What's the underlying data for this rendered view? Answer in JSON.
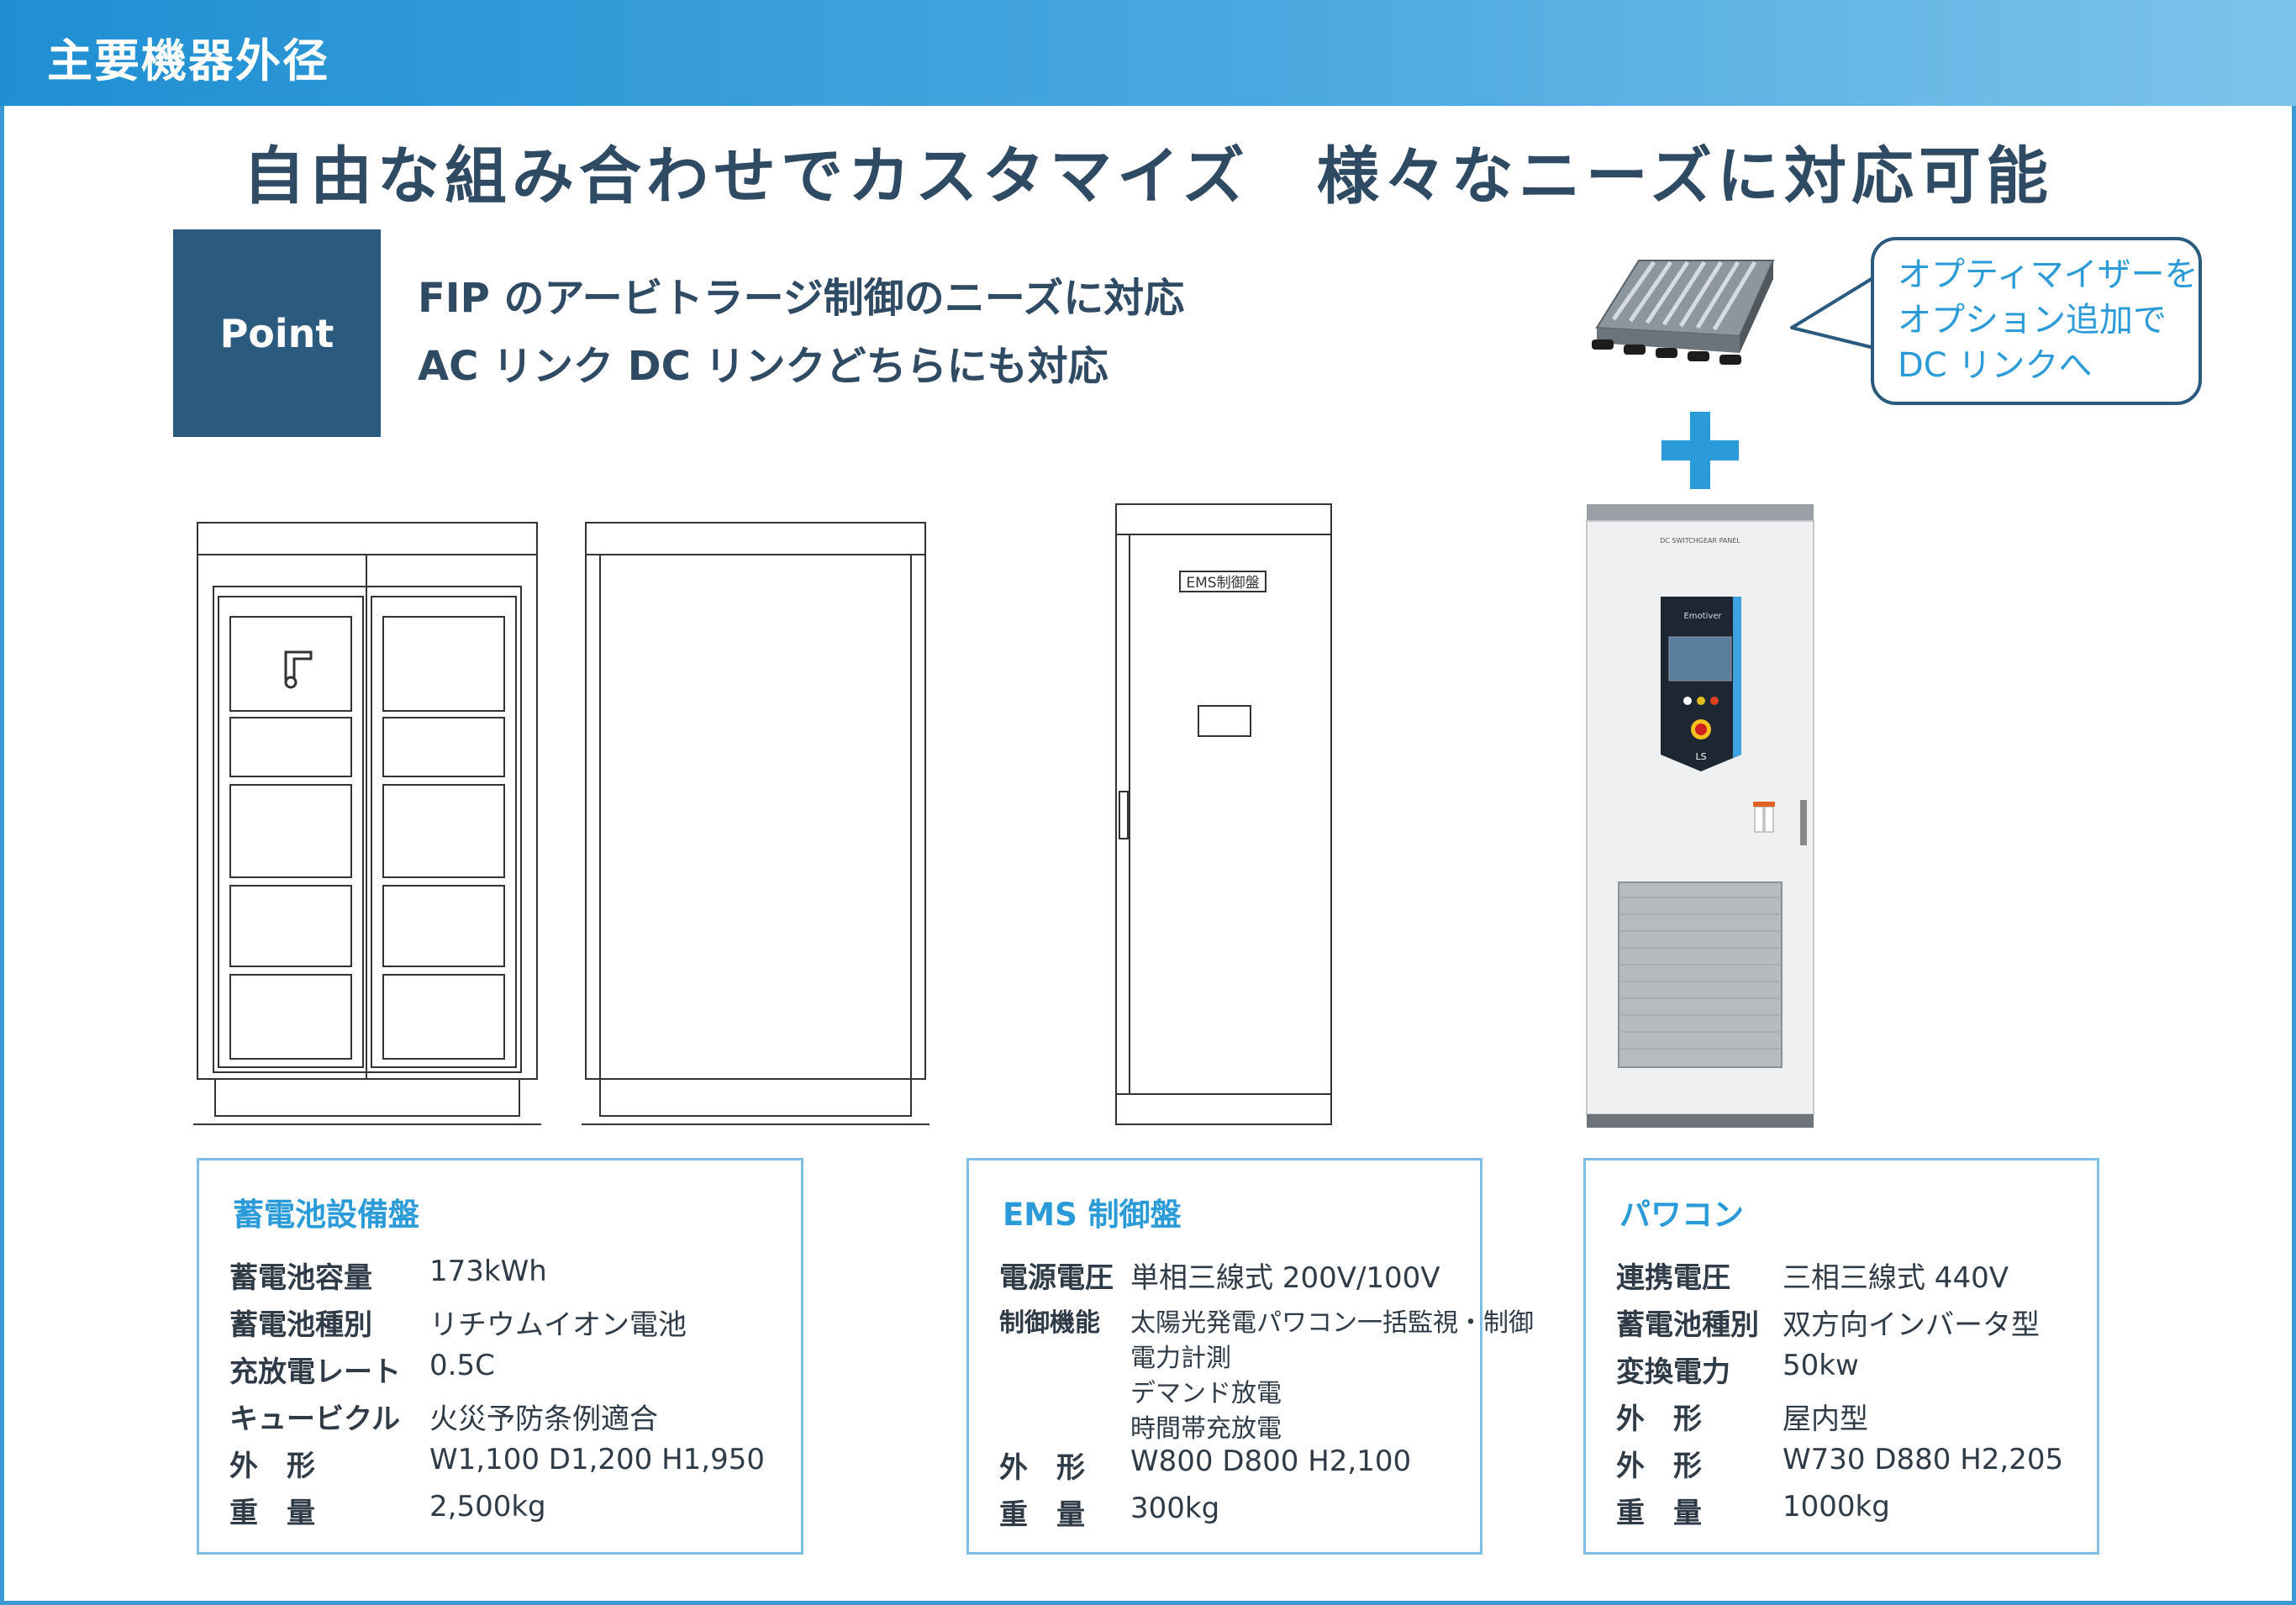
{
  "header": {
    "title": "主要機器外径"
  },
  "main_title": "自由な組み合わせでカスタマイズ　様々なニーズに対応可能",
  "point": {
    "label": "Point",
    "lines": [
      "FIP のアービトラージ制御のニーズに対応",
      "AC リンク DC リンクどちらにも対応"
    ]
  },
  "bubble": {
    "lines": [
      "オプティマイザーを",
      "オプション追加で",
      "DC リンクへ"
    ]
  },
  "drawings": {
    "ems_label": "EMS制御盤",
    "pcs_panel_label": "DC SWITCHGEAR PANEL",
    "pcs_brand": "Emotiver",
    "pcs_logo": "LS"
  },
  "colors": {
    "accent": "#2a9bd8",
    "navy": "#2a5a7e",
    "header_start": "#1f8fd2",
    "header_end": "#7cc3ea"
  },
  "specs": [
    {
      "title": "蓄電池設備盤",
      "rows": [
        {
          "label": "蓄電池容量",
          "value": "173kWh"
        },
        {
          "label": "蓄電池種別",
          "value": "リチウムイオン電池"
        },
        {
          "label": "充放電レート",
          "value": "0.5C"
        },
        {
          "label": "キュービクル",
          "value": "火災予防条例適合"
        },
        {
          "label": "外　形",
          "value": "W1,100 D1,200 H1,950"
        },
        {
          "label": "重　量",
          "value": "2,500kg"
        }
      ]
    },
    {
      "title": "EMS 制御盤",
      "rows": [
        {
          "label": "電源電圧",
          "value": "単相三線式 200V/100V"
        },
        {
          "label": "制御機能",
          "value": "太陽光発電パワコン一括監視・制御",
          "extra": [
            "電力計測",
            "デマンド放電",
            "時間帯充放電"
          ]
        },
        {
          "label": "外　形",
          "value": "W800 D800 H2,100"
        },
        {
          "label": "重　量",
          "value": "300kg"
        }
      ]
    },
    {
      "title": "パワコン",
      "rows": [
        {
          "label": "連携電圧",
          "value": "三相三線式 440V"
        },
        {
          "label": "蓄電池種別",
          "value": "双方向インバータ型"
        },
        {
          "label": "変換電力",
          "value": "50kw"
        },
        {
          "label": "外　形",
          "value": "屋内型"
        },
        {
          "label": "外　形",
          "value": "W730 D880 H2,205"
        },
        {
          "label": "重　量",
          "value": "1000kg"
        }
      ]
    }
  ]
}
